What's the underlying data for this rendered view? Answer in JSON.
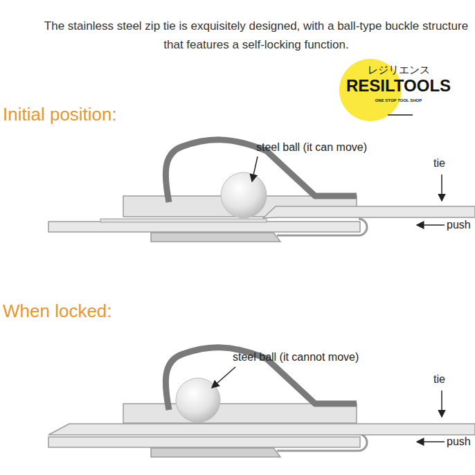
{
  "diagram": {
    "title": "The stainless steel zip tie is exquisitely designed, with a ball-type buckle structure that features a self-locking function.",
    "nodes": [
      {
        "text": [
          "レジリエンス",
          "RESILTOOLS",
          "ONE STOP TOOL SHOP"
        ]
      }
    ],
    "labels": [
      "Initial position:",
      "steel ball (it can move)",
      "tie",
      "push",
      "When locked:",
      "steel ball (it cannot move)",
      "tie",
      "push"
    ]
  }
}
